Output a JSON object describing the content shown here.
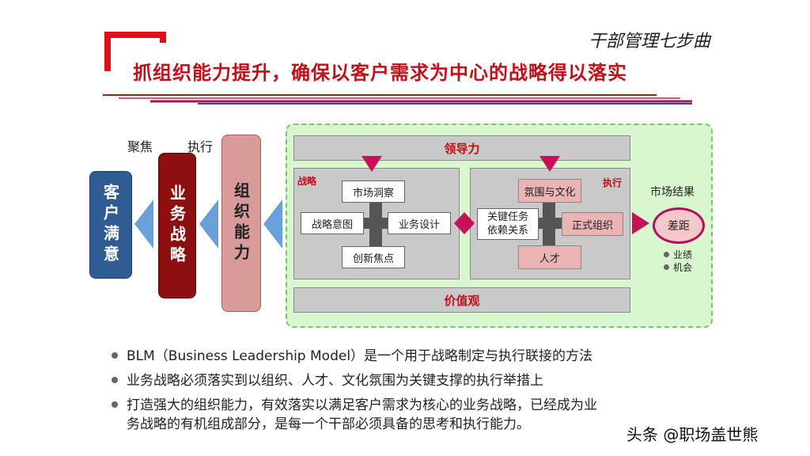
{
  "header": {
    "step_title": "干部管理七步曲",
    "headline": "抓组织能力提升，确保以客户需求为中心的战略得以落实"
  },
  "diagram": {
    "focus_label": "聚焦",
    "execute_label": "执行",
    "customer": "客户满意",
    "business_strategy": "业务战略",
    "org_capability": "组织能力",
    "leadership": "领导力",
    "values": "价值观",
    "strategy_panel": {
      "label": "战略",
      "top": "市场洞察",
      "left": "战略意图",
      "right": "业务设计",
      "bottom": "创新焦点"
    },
    "execution_panel": {
      "label": "执行",
      "top": "氛围与文化",
      "left_line1": "关键任务",
      "left_line2": "依赖关系",
      "right": "正式组织",
      "bottom": "人才"
    },
    "market_result": {
      "title": "市场结果",
      "gap": "差距",
      "items": [
        "业绩",
        "机会"
      ]
    }
  },
  "bullets": [
    "BLM（Business Leadership Model）是一个用于战略制定与执行联接的方法",
    "业务战略必须落实到以组织、人才、文化氛围为关键支撑的执行举措上",
    "打造强大的组织能力，有效落实以满足客户需求为核心的业务战略，已经成为业",
    "务战略的有机组成部分，是每一个干部必须具备的思考和执行能力。"
  ],
  "watermark": "头条 @职场盖世熊",
  "colors": {
    "accent_red": "#c0101a",
    "navy": "#2f5c92",
    "dark_red": "#8d1010",
    "pink": "#d99a9a",
    "green_bg": "#d8f7cf",
    "magenta": "#c8105a"
  }
}
